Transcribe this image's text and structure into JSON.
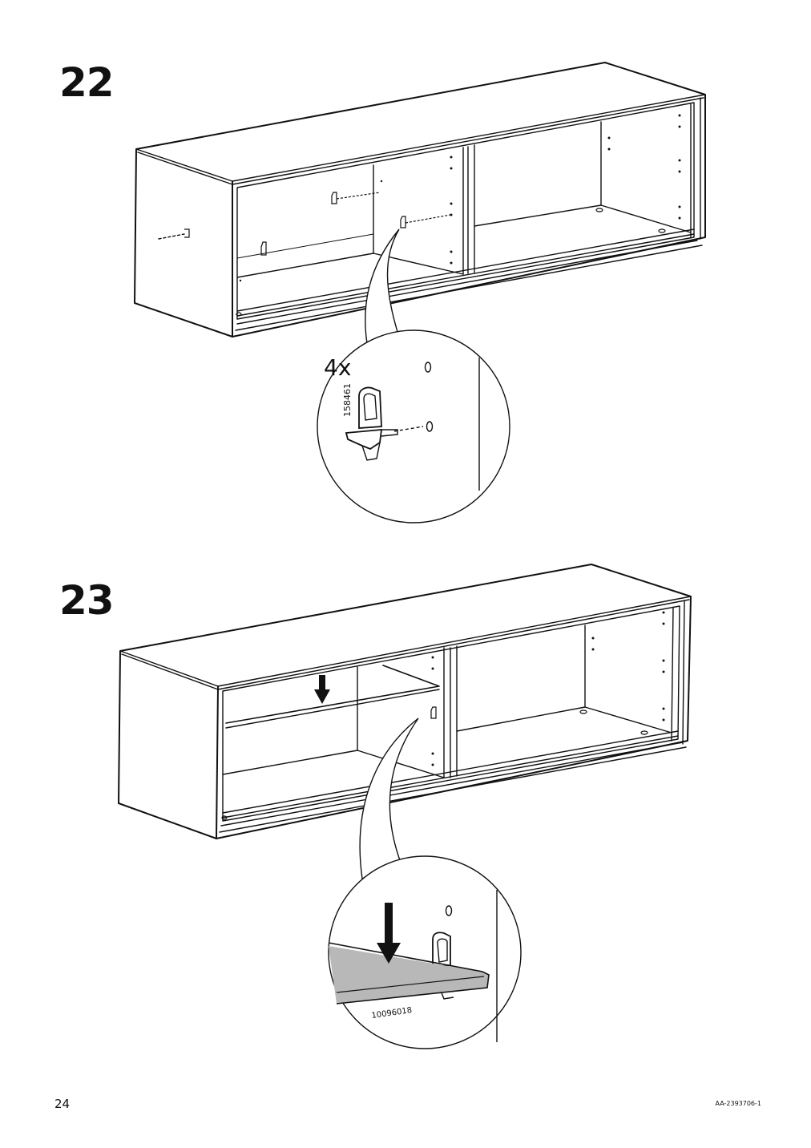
{
  "steps": [
    {
      "number": "22",
      "quantity_label": "4x",
      "part_number": "158461"
    },
    {
      "number": "23",
      "part_number": "10096018"
    }
  ],
  "footer": {
    "page_number": "24",
    "document_code": "AA-2393706-1"
  },
  "colors": {
    "ink": "#111111",
    "shelf_fill": "#b8b8b8",
    "background": "#ffffff"
  },
  "icons": [
    "shelf-pin-icon",
    "down-arrow-icon"
  ]
}
